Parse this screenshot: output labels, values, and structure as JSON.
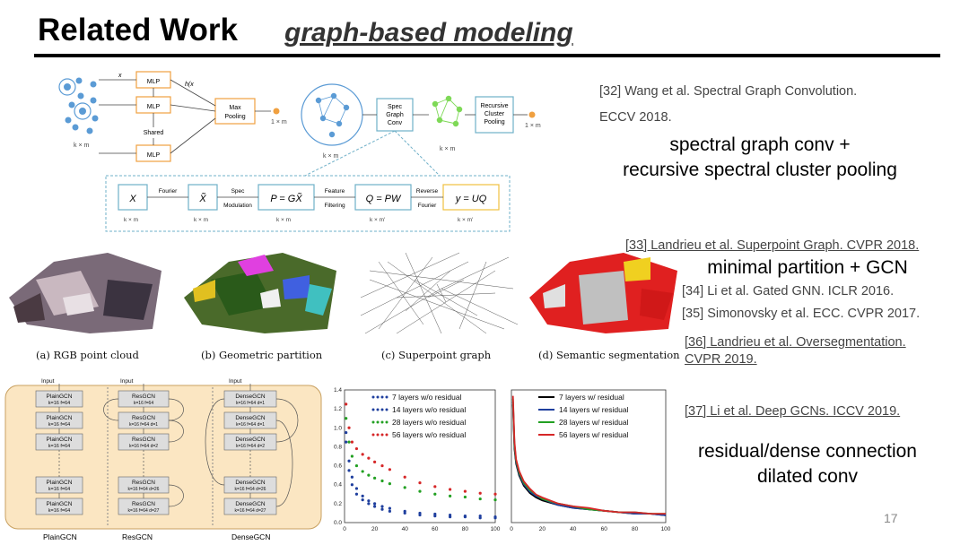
{
  "slide": {
    "title": "Related Work",
    "subtitle": "graph-based modeling",
    "page_number": "17"
  },
  "references": {
    "r32_line1": "[32] Wang et al. Spectral Graph Convolution.",
    "r32_line2": "ECCV 2018.",
    "r32_note_line1": "spectral graph conv +",
    "r32_note_line2": "recursive spectral cluster pooling",
    "r33": "[33] Landrieu et al. Superpoint Graph. CVPR 2018.",
    "r33_note": "minimal partition + GCN",
    "r34": "[34] Li et al. Gated GNN. ICLR 2016.",
    "r35": "[35] Simonovsky et al. ECC. CVPR 2017.",
    "r36_line1": "[36] Landrieu et al. Oversegmentation.",
    "r36_line2": "CVPR 2019.",
    "r37": "[37] Li et al. Deep GCNs. ICCV 2019.",
    "r37_note_line1": "residual/dense connection",
    "r37_note_line2": "dilated conv"
  },
  "fig_spectral": {
    "mlp": "MLP",
    "shared": "Shared",
    "max_pooling_1": "Max",
    "max_pooling_2": "Pooling",
    "out_dim": "1 × m",
    "in_dim": "k × m",
    "x_i": "x",
    "h_xi": "h(x",
    "spec_graph_conv_1": "Spec",
    "spec_graph_conv_2": "Graph",
    "spec_graph_conv_3": "Conv",
    "rec_pool_1": "Recursive",
    "rec_pool_2": "Cluster",
    "rec_pool_3": "Pooling",
    "pipe_X": "X",
    "pipe_Xhat": "X̃",
    "pipe_P": "P = GX̃",
    "pipe_Q": "Q = PW",
    "pipe_Y": "y = UQ",
    "lbl_fourier": "Fourier",
    "lbl_spec": "Spec",
    "lbl_modulation": "Modulation",
    "lbl_feature": "Feature",
    "lbl_filtering": "Filtering",
    "lbl_reverse": "Reverse",
    "lbl_fourier2": "Fourier",
    "dim_km": "k × m",
    "dim_km2": "k × m'"
  },
  "fig_superpoint": {
    "cap_a": "(a) RGB point cloud",
    "cap_b": "(b) Geometric partition",
    "cap_c": "(c) Superpoint graph",
    "cap_d": "(d) Semantic segmentation"
  },
  "fig_deepgcn": {
    "input": "Input",
    "plain_block": "PlainGCN",
    "plain_param": "k=16 f=64",
    "res_block": "ResGCN",
    "res_p1": "k=16 f=64 d=1",
    "res_p2": "k=16 f=64 d=2",
    "res_p26": "k=16 f=64 d=26",
    "res_p27": "k=16 f=64 d=27",
    "dense_block": "DenseGCN",
    "dense_p1": "k=16 f=64 d=1",
    "dense_p2": "k=16 f=64 d=2",
    "dense_p26": "k=16 f=64 d=26",
    "dense_p27": "k=16 f=64 d=27",
    "col_plain": "PlainGCN",
    "col_res": "ResGCN",
    "col_dense": "DenseGCN"
  },
  "colors": {
    "series_blue": "#1f3f9e",
    "series_green": "#22a022",
    "series_red": "#d62728",
    "series_black": "#000000",
    "panel_bg": "#fbe6c2"
  },
  "chart_data": [
    {
      "type": "scatter",
      "title": "",
      "xlabel": "",
      "ylabel": "",
      "xlim": [
        0,
        100
      ],
      "ylim": [
        0,
        1.4
      ],
      "xticks": [
        0,
        20,
        40,
        60,
        80,
        100
      ],
      "yticks": [
        0.0,
        0.2,
        0.4,
        0.6,
        0.8,
        1.0,
        1.2,
        1.4
      ],
      "legend": "top-right",
      "series": [
        {
          "name": "7 layers w/o residual",
          "color": "#1f3f9e",
          "x": [
            1,
            3,
            5,
            8,
            12,
            16,
            20,
            25,
            30,
            40,
            50,
            60,
            70,
            80,
            90,
            100
          ],
          "y": [
            0.85,
            0.55,
            0.4,
            0.3,
            0.24,
            0.2,
            0.17,
            0.14,
            0.12,
            0.1,
            0.08,
            0.07,
            0.06,
            0.06,
            0.05,
            0.05
          ]
        },
        {
          "name": "14 layers w/o residual",
          "color": "#1f3f9e",
          "x": [
            1,
            3,
            5,
            8,
            12,
            16,
            20,
            25,
            30,
            40,
            50,
            60,
            70,
            80,
            90,
            100
          ],
          "y": [
            0.95,
            0.65,
            0.48,
            0.36,
            0.28,
            0.23,
            0.2,
            0.17,
            0.15,
            0.12,
            0.1,
            0.09,
            0.08,
            0.07,
            0.07,
            0.06
          ]
        },
        {
          "name": "28 layers w/o residual",
          "color": "#22a022",
          "x": [
            1,
            3,
            5,
            8,
            12,
            16,
            20,
            25,
            30,
            40,
            50,
            60,
            70,
            80,
            90,
            100
          ],
          "y": [
            1.1,
            0.85,
            0.7,
            0.6,
            0.54,
            0.5,
            0.47,
            0.44,
            0.41,
            0.37,
            0.33,
            0.3,
            0.28,
            0.27,
            0.25,
            0.24
          ]
        },
        {
          "name": "56 layers w/o residual",
          "color": "#d62728",
          "x": [
            1,
            3,
            5,
            8,
            12,
            16,
            20,
            25,
            30,
            40,
            50,
            60,
            70,
            80,
            90,
            100
          ],
          "y": [
            1.25,
            1.0,
            0.85,
            0.78,
            0.72,
            0.68,
            0.64,
            0.6,
            0.56,
            0.48,
            0.42,
            0.38,
            0.35,
            0.33,
            0.31,
            0.3
          ]
        }
      ]
    },
    {
      "type": "line",
      "title": "",
      "xlabel": "",
      "ylabel": "",
      "xlim": [
        0,
        100
      ],
      "xticks": [
        0,
        20,
        40,
        60,
        80,
        100
      ],
      "legend": "top-right",
      "series": [
        {
          "name": "7 layers w/ residual",
          "color": "#000000",
          "x": [
            1,
            2,
            3,
            5,
            8,
            12,
            16,
            20,
            30,
            40,
            50,
            60,
            70,
            80,
            90,
            100
          ],
          "y": [
            0.8,
            0.5,
            0.4,
            0.32,
            0.25,
            0.2,
            0.17,
            0.15,
            0.12,
            0.1,
            0.09,
            0.08,
            0.07,
            0.06,
            0.06,
            0.05
          ]
        },
        {
          "name": "14 layers w/ residual",
          "color": "#1f3f9e",
          "x": [
            1,
            2,
            3,
            5,
            8,
            12,
            16,
            20,
            30,
            40,
            50,
            60,
            70,
            80,
            90,
            100
          ],
          "y": [
            0.82,
            0.52,
            0.41,
            0.33,
            0.26,
            0.21,
            0.18,
            0.16,
            0.12,
            0.1,
            0.09,
            0.08,
            0.07,
            0.06,
            0.06,
            0.05
          ]
        },
        {
          "name": "28 layers w/ residual",
          "color": "#22a022",
          "x": [
            1,
            2,
            3,
            5,
            8,
            12,
            16,
            20,
            30,
            40,
            50,
            60,
            70,
            80,
            90,
            100
          ],
          "y": [
            0.84,
            0.53,
            0.42,
            0.34,
            0.27,
            0.22,
            0.19,
            0.16,
            0.13,
            0.11,
            0.09,
            0.08,
            0.07,
            0.07,
            0.06,
            0.06
          ]
        },
        {
          "name": "56 layers w/ residual",
          "color": "#d62728",
          "x": [
            1,
            2,
            3,
            5,
            8,
            12,
            16,
            20,
            30,
            40,
            50,
            60,
            70,
            80,
            90,
            100
          ],
          "y": [
            0.86,
            0.55,
            0.43,
            0.35,
            0.28,
            0.23,
            0.19,
            0.17,
            0.13,
            0.11,
            0.1,
            0.08,
            0.07,
            0.07,
            0.06,
            0.06
          ]
        }
      ]
    }
  ]
}
